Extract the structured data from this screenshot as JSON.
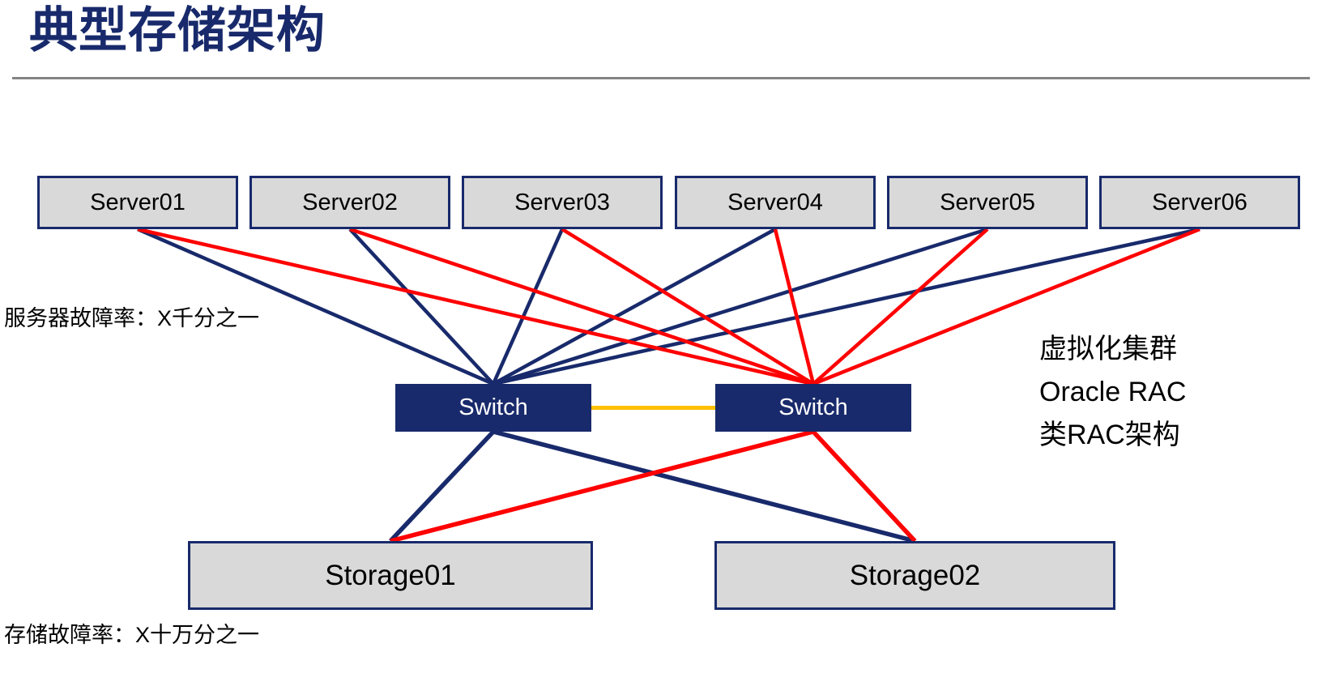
{
  "title": "典型存储架构",
  "colors": {
    "navy": "#182A6B",
    "red": "#FF0000",
    "orange": "#FFC000",
    "box_fill": "#D9D9D9",
    "divider_gray": "#848484",
    "text_black": "#000000"
  },
  "diagram": {
    "servers": [
      {
        "id": "server01",
        "label": "Server01"
      },
      {
        "id": "server02",
        "label": "Server02"
      },
      {
        "id": "server03",
        "label": "Server03"
      },
      {
        "id": "server04",
        "label": "Server04"
      },
      {
        "id": "server05",
        "label": "Server05"
      },
      {
        "id": "server06",
        "label": "Server06"
      }
    ],
    "switches": [
      {
        "id": "switch1",
        "label": "Switch"
      },
      {
        "id": "switch2",
        "label": "Switch"
      }
    ],
    "storages": [
      {
        "id": "storage01",
        "label": "Storage01"
      },
      {
        "id": "storage02",
        "label": "Storage02"
      }
    ],
    "edges": [
      {
        "from": "server01",
        "to": "switch1",
        "color": "navy",
        "role": "server-link"
      },
      {
        "from": "server02",
        "to": "switch1",
        "color": "navy",
        "role": "server-link"
      },
      {
        "from": "server03",
        "to": "switch1",
        "color": "navy",
        "role": "server-link"
      },
      {
        "from": "server04",
        "to": "switch1",
        "color": "navy",
        "role": "server-link"
      },
      {
        "from": "server05",
        "to": "switch1",
        "color": "navy",
        "role": "server-link"
      },
      {
        "from": "server06",
        "to": "switch1",
        "color": "navy",
        "role": "server-link"
      },
      {
        "from": "server01",
        "to": "switch2",
        "color": "red",
        "role": "server-link"
      },
      {
        "from": "server02",
        "to": "switch2",
        "color": "red",
        "role": "server-link"
      },
      {
        "from": "server03",
        "to": "switch2",
        "color": "red",
        "role": "server-link"
      },
      {
        "from": "server04",
        "to": "switch2",
        "color": "red",
        "role": "server-link"
      },
      {
        "from": "server05",
        "to": "switch2",
        "color": "red",
        "role": "server-link"
      },
      {
        "from": "server06",
        "to": "switch2",
        "color": "red",
        "role": "server-link"
      },
      {
        "from": "switch1",
        "to": "storage01",
        "color": "navy",
        "role": "storage-link"
      },
      {
        "from": "switch1",
        "to": "storage02",
        "color": "navy",
        "role": "storage-link"
      },
      {
        "from": "switch2",
        "to": "storage01",
        "color": "red",
        "role": "storage-link"
      },
      {
        "from": "switch2",
        "to": "storage02",
        "color": "red",
        "role": "storage-link"
      },
      {
        "from": "switch1",
        "to": "switch2",
        "color": "orange",
        "role": "switch-link"
      }
    ]
  },
  "annotations": {
    "server_failure_rate": "服务器故障率：X千分之一",
    "storage_failure_rate": "存储故障率：X十万分之一",
    "cluster_note_lines": [
      "虚拟化集群",
      "Oracle RAC",
      "类RAC架构"
    ]
  }
}
